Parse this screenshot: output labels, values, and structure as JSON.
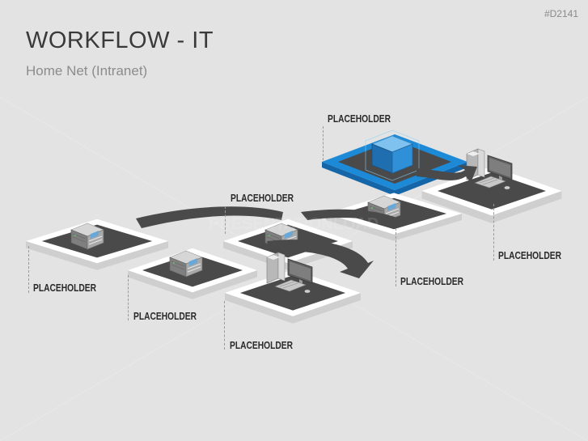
{
  "header": {
    "slide_id": "#D2141",
    "title": "WORKFLOW - IT",
    "subtitle": "Home Net (Intranet)"
  },
  "diagram": {
    "labels": [
      "PLACEHOLDER",
      "PLACEHOLDER",
      "PLACEHOLDER",
      "PLACEHOLDER",
      "PLACEHOLDER",
      "PLACEHOLDER",
      "PLACEHOLDER"
    ],
    "colors": {
      "background": "#e3e3e3",
      "platform_top": "#ffffff",
      "platform_side": "#cfcfcf",
      "platform_pad": "#4a4a4a",
      "arrow": "#4a4a4a",
      "accent_blue": "#1c8ad6"
    },
    "icons": [
      "server-icon",
      "computer-icon",
      "cloud-cube-icon",
      "arrow-icon"
    ]
  }
}
